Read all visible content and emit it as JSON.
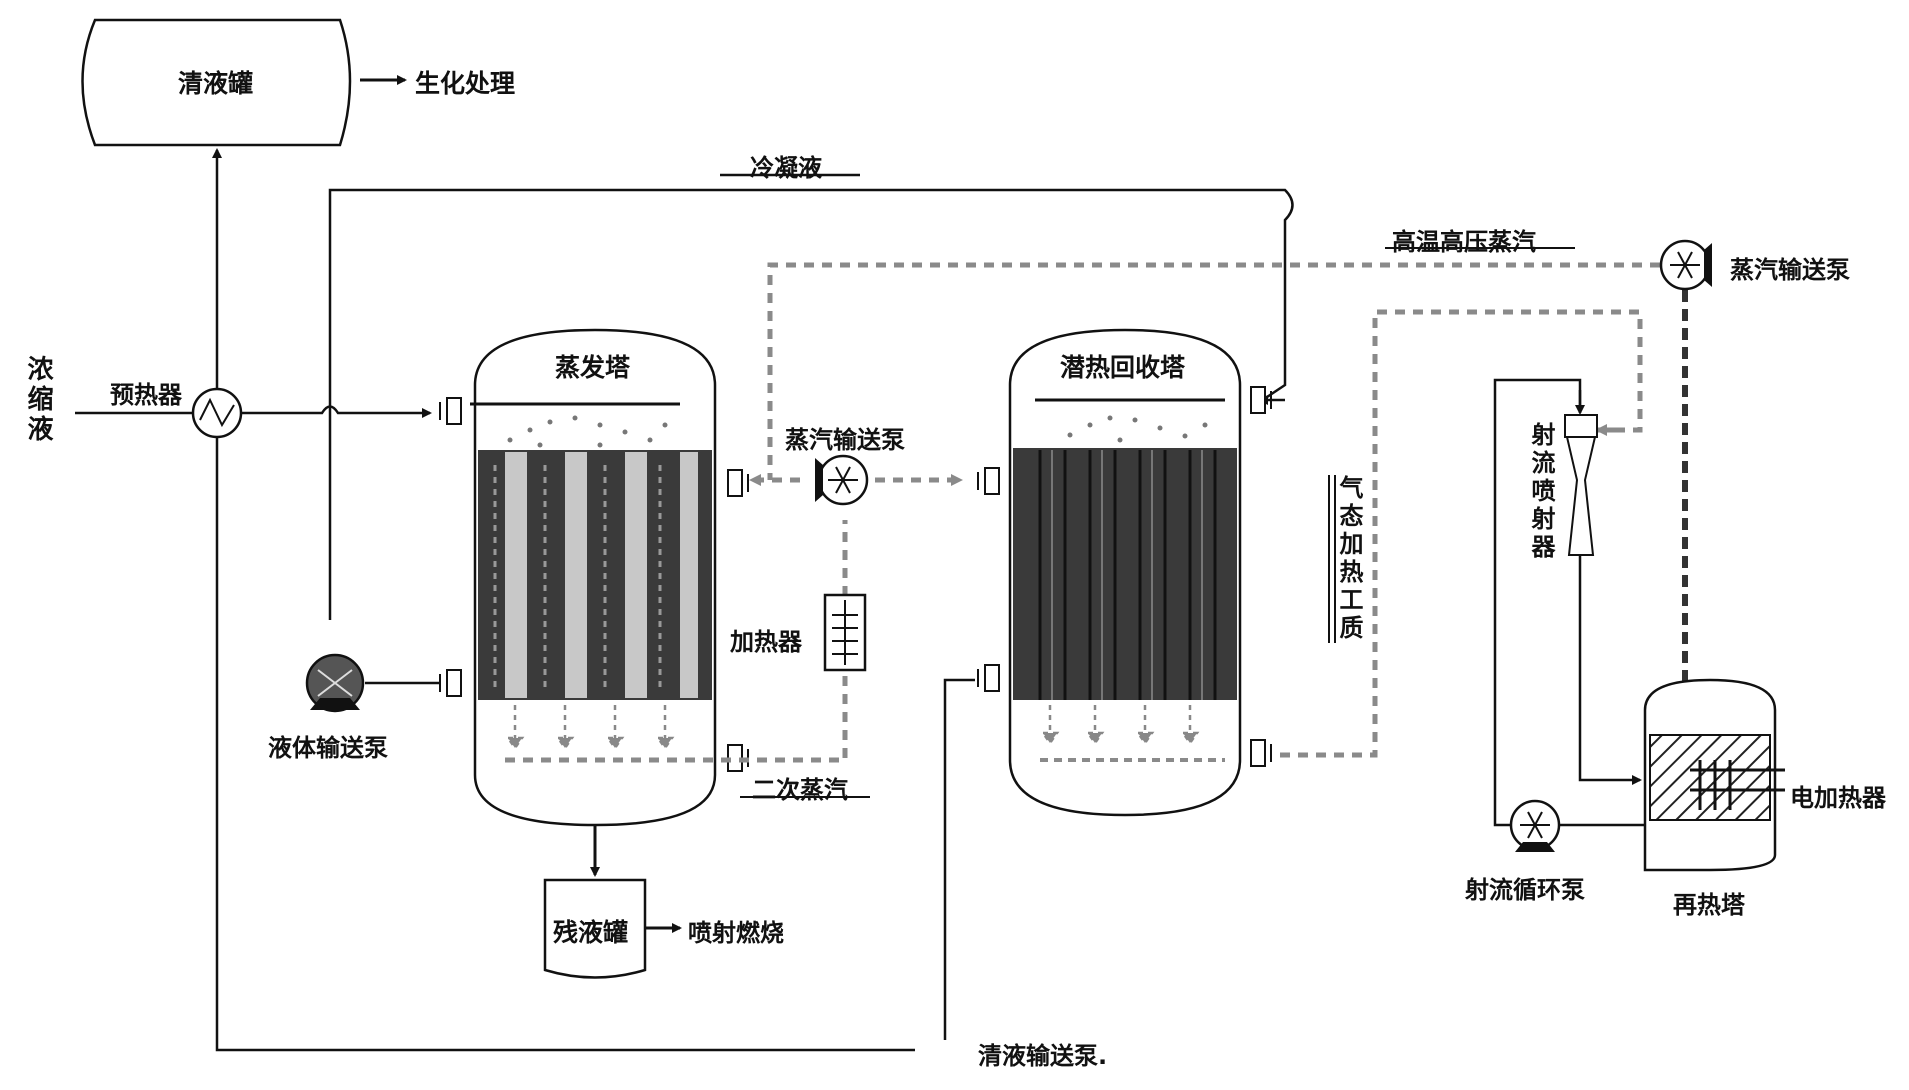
{
  "tanks": {
    "clear_tank": "清液罐",
    "residue_tank": "残液罐"
  },
  "towers": {
    "evaporation": "蒸发塔",
    "latent_heat_recovery": "潜热回收塔",
    "reheat": "再热塔"
  },
  "equipment": {
    "preheater": "预热器",
    "steam_pump_mid": "蒸汽输送泵",
    "steam_pump_right": "蒸汽输送泵",
    "heater": "加热器",
    "liquid_pump": "液体输送泵",
    "clear_pump": "清液输送泵.",
    "jet_ejector": "射流喷射器",
    "jet_circulation_pump": "射流循环泵",
    "electric_heater": "电加热器"
  },
  "streams": {
    "concentrate": "浓缩液",
    "biochemical": "生化处理",
    "condensate": "冷凝液",
    "hp_steam": "高温高压蒸汽",
    "secondary_steam": "二次蒸汽",
    "gas_heating_medium": "气态加热工质",
    "spray_combustion": "喷射燃烧"
  },
  "colors": {
    "solid_line": "#111111",
    "dashed_steam": "#8a8a8a",
    "tube_dark": "#3a3a3a",
    "tube_light": "#c8c8c8"
  }
}
